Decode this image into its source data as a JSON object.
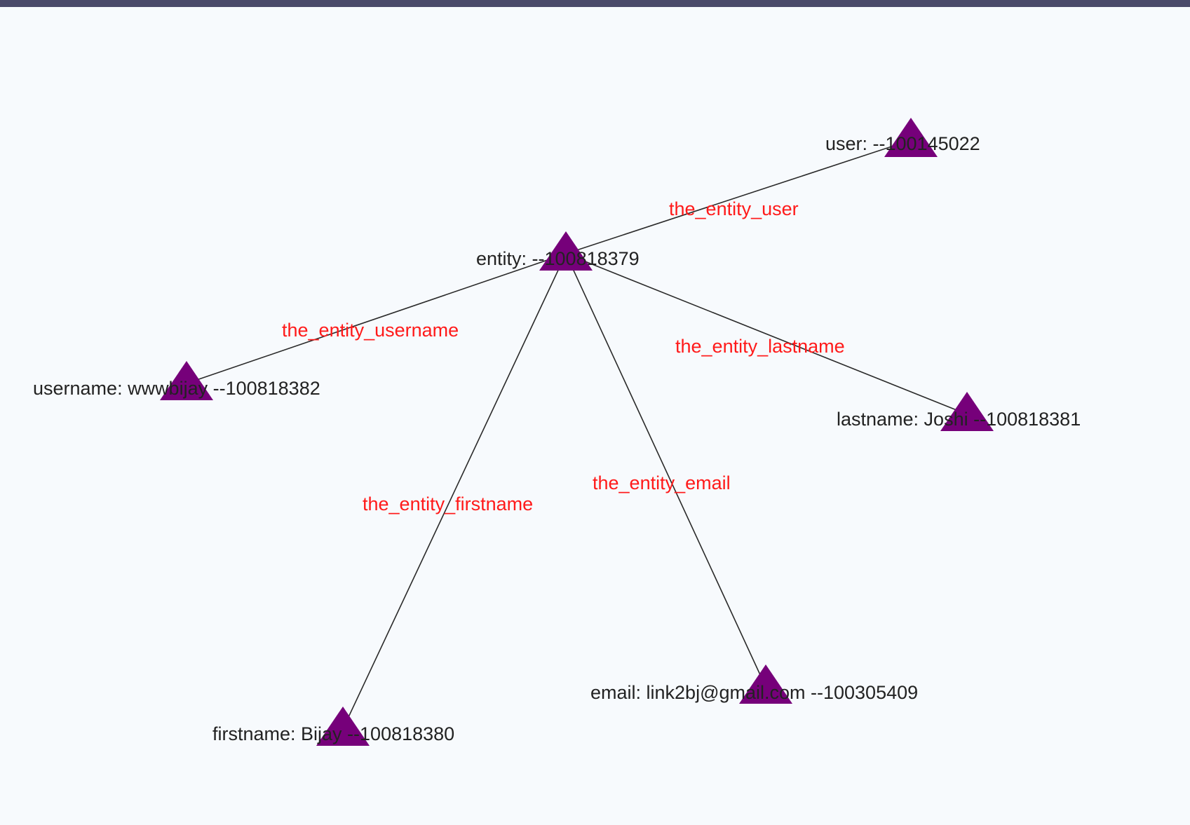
{
  "graph": {
    "node_color": "#76007a",
    "edge_label_color": "#ff1a1a",
    "background": "#f7fafd",
    "nodes": [
      {
        "id": "entity",
        "label": "entity:  --100818379"
      },
      {
        "id": "user",
        "label": "user:  --100145022"
      },
      {
        "id": "username",
        "label": "username: wwwbijay --100818382"
      },
      {
        "id": "lastname",
        "label": "lastname: Joshi --100818381"
      },
      {
        "id": "firstname",
        "label": "firstname: Bijay --100818380"
      },
      {
        "id": "email",
        "label": "email: link2bj@gmail.com --100305409"
      }
    ],
    "edges": [
      {
        "source": "entity",
        "target": "user",
        "label": "the_entity_user"
      },
      {
        "source": "entity",
        "target": "username",
        "label": "the_entity_username"
      },
      {
        "source": "entity",
        "target": "lastname",
        "label": "the_entity_lastname"
      },
      {
        "source": "entity",
        "target": "firstname",
        "label": "the_entity_firstname"
      },
      {
        "source": "entity",
        "target": "email",
        "label": "the_entity_email"
      }
    ]
  }
}
